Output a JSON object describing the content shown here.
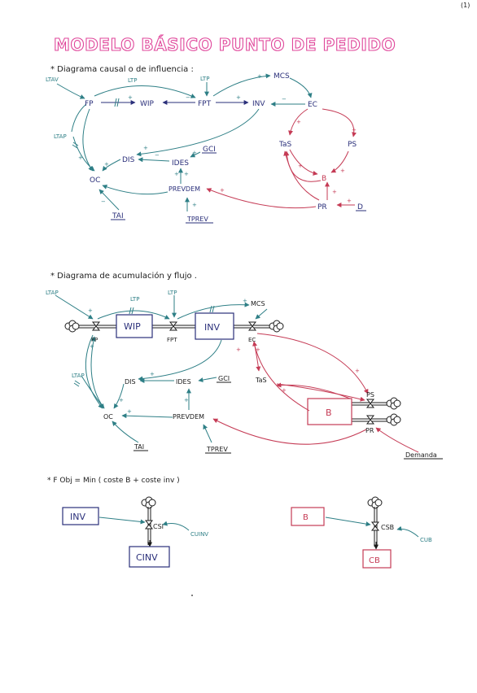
{
  "page_number": "(1)",
  "title": "MODELO BÁSICO PUNTO DE PEDIDO",
  "colors": {
    "teal": "#2e7f86",
    "navy": "#2a2f7a",
    "red": "#c53b55",
    "pink": "#e0479b",
    "ink": "#1b1b1b"
  },
  "section1": {
    "heading": "* Diagrama causal o de influencia :",
    "labels": {
      "ltav": "LTAV",
      "fp": "FP",
      "ltp1": "LTP",
      "ltp2": "LTP",
      "wip": "WIP",
      "fpt": "FPT",
      "inv": "INV",
      "mcs": "MCS",
      "ec": "EC",
      "ltap": "LTAP",
      "tas": "TaS",
      "ps": "PS",
      "dis": "DIS",
      "gci": "GCI",
      "ides": "IDES",
      "oc": "OC",
      "b": "B",
      "prevdem": "PREVDEM",
      "pr": "PR",
      "d": "D",
      "tai": "TAI",
      "tprev": "TPREV"
    },
    "polarities": {
      "p1": "+",
      "p2": "−",
      "p3": "+",
      "p4": "+",
      "p5": "−",
      "p6": "+",
      "p7": "+",
      "p8": "+",
      "p9": "−",
      "p10": "+",
      "p11": "+",
      "p12": "+",
      "p13": "−",
      "p14": "+",
      "p15": "+",
      "p16": "+",
      "p17": "+",
      "p18": "+",
      "p19": "+",
      "p20": "+",
      "p21": "+"
    }
  },
  "section2": {
    "heading": "* Diagrama de acumulación y flujo .",
    "labels": {
      "ltap_top": "LTAP",
      "ltp1": "LTP",
      "ltp2": "LTP",
      "wip": "WIP",
      "inv": "INV",
      "fp": "FP",
      "fpt": "FPT",
      "mcs": "MCS",
      "ec": "EC",
      "ltap": "LTAP",
      "dis": "DIS",
      "ides": "IDES",
      "gci": "GCI",
      "tas": "TaS",
      "ps": "PS",
      "b": "B",
      "pr": "PR",
      "oc": "OC",
      "prevdem": "PREVDEM",
      "tai": "TAI",
      "tprev": "TPREV",
      "demanda": "Demanda"
    },
    "polarities": {
      "q1": "+",
      "q2": "+",
      "q3": "+",
      "q4": "+",
      "q5": "+",
      "q6": "+",
      "q7": "+",
      "q8": "+",
      "q9": "+",
      "q10": "+",
      "q11": "+"
    }
  },
  "section3": {
    "heading": "* F Obj = Min ( coste B + coste inv )",
    "labels": {
      "inv": "INV",
      "csi": "CSI",
      "cuinv": "CUINV",
      "cinv": "CINV",
      "b": "B",
      "csb": "CSB",
      "cub": "CUB",
      "cb": "CB"
    }
  }
}
